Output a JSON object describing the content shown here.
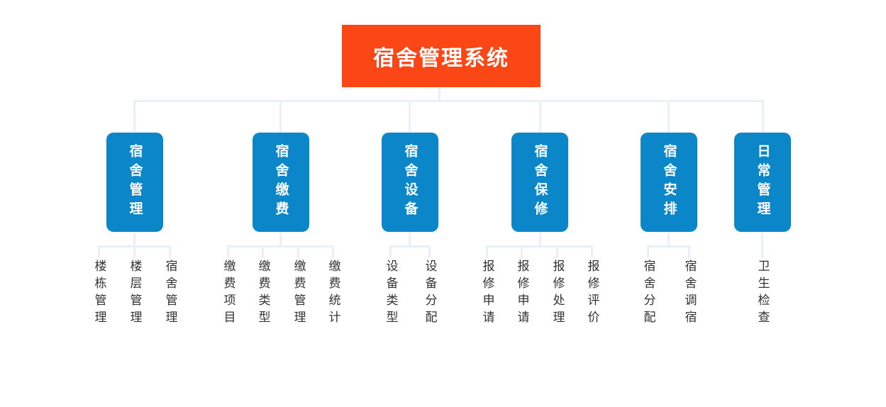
{
  "colors": {
    "root_bg": "#FB4616",
    "branch_bg": "#0A86C9",
    "connector": "#E8F1FA",
    "leaf_text": "#333333"
  },
  "tree": {
    "root": "宿舍管理系统",
    "branches": [
      {
        "label": "宿舍管理",
        "children": [
          "楼栋管理",
          "楼层管理",
          "宿舍管理"
        ]
      },
      {
        "label": "宿舍缴费",
        "children": [
          "缴费项目",
          "缴费类型",
          "缴费管理",
          "缴费统计"
        ]
      },
      {
        "label": "宿舍设备",
        "children": [
          "设备类型",
          "设备分配"
        ]
      },
      {
        "label": "宿舍保修",
        "children": [
          "报修申请",
          "报修申请",
          "报修处理",
          "报修评价"
        ]
      },
      {
        "label": "宿舍安排",
        "children": [
          "宿舍分配",
          "宿舍调宿"
        ]
      },
      {
        "label": "日常管理",
        "children": [
          "卫生检查"
        ]
      }
    ]
  }
}
